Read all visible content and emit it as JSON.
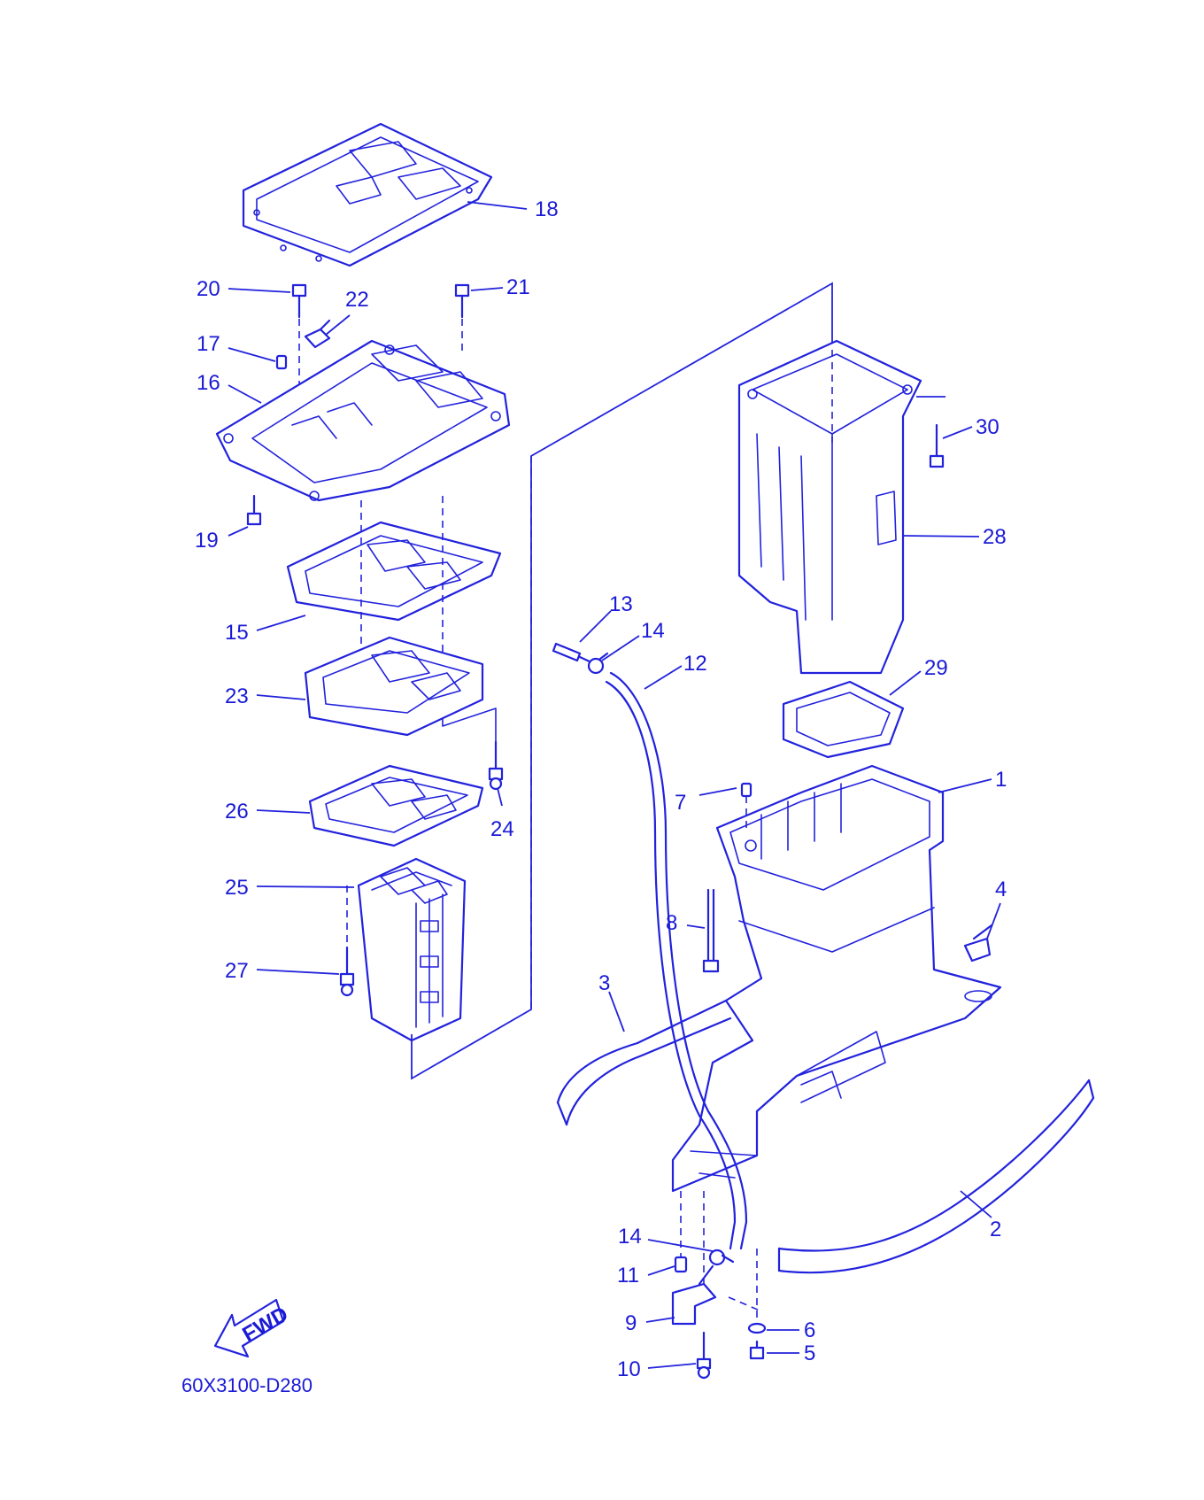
{
  "diagram": {
    "part_code": "60X3100-D280",
    "fwd_label": "FWD",
    "line_color": "#2222dd",
    "text_color": "#1a1ad6",
    "callouts": [
      "1",
      "2",
      "3",
      "4",
      "5",
      "6",
      "7",
      "8",
      "9",
      "10",
      "11",
      "12",
      "13",
      "14",
      "14",
      "15",
      "16",
      "17",
      "18",
      "19",
      "20",
      "21",
      "22",
      "23",
      "24",
      "25",
      "26",
      "27",
      "28",
      "29",
      "30"
    ]
  }
}
